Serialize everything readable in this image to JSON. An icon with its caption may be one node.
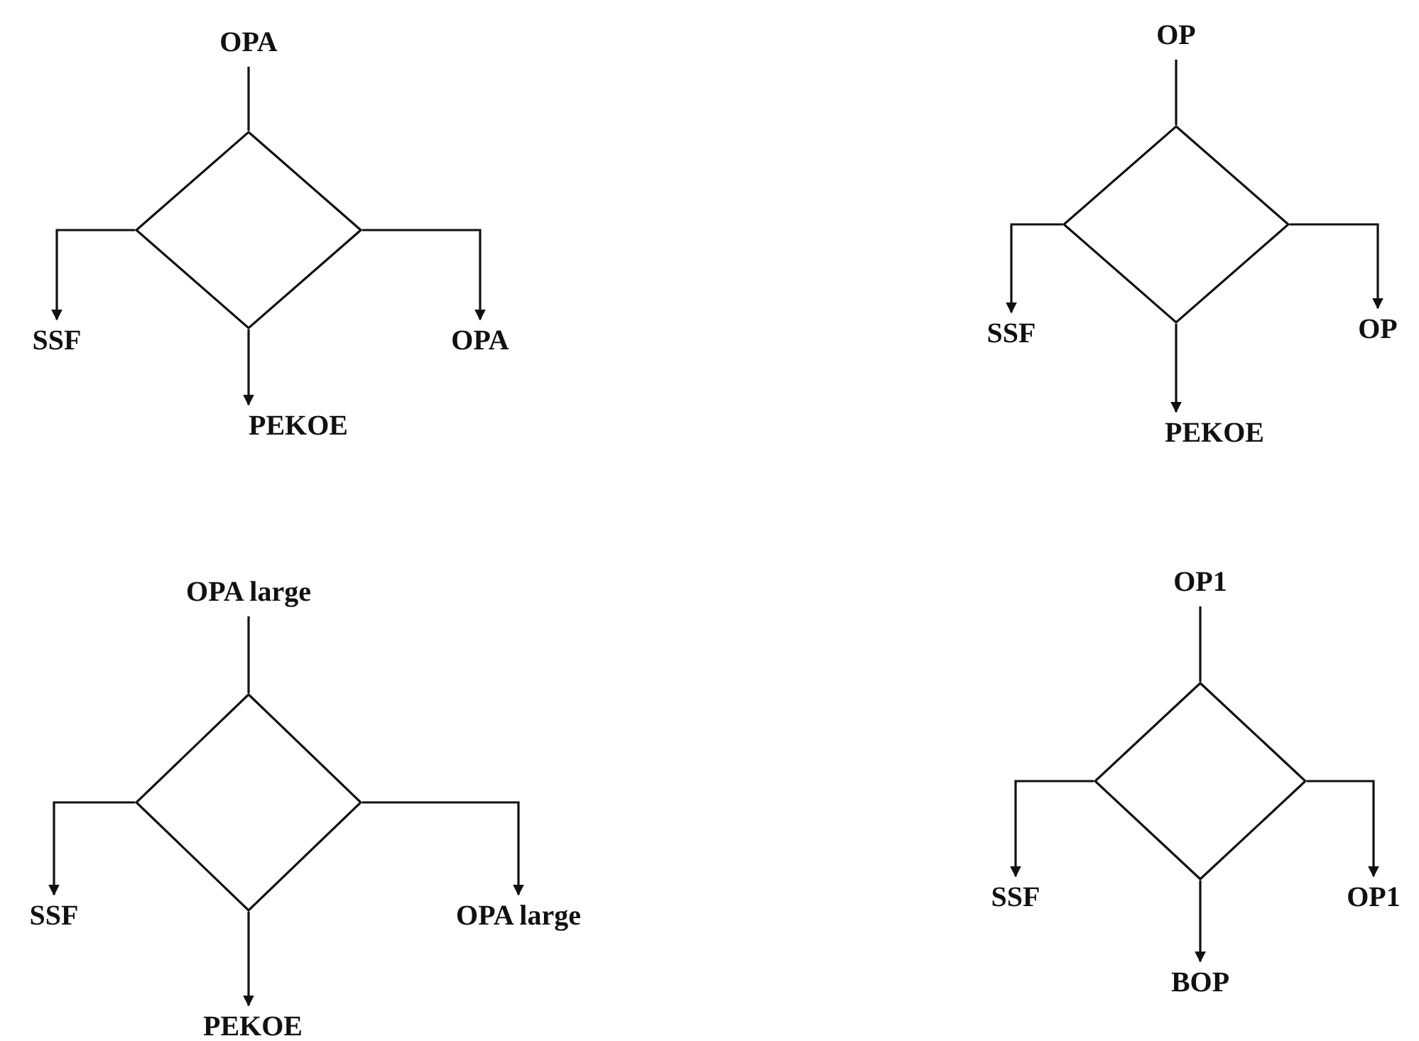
{
  "diagram": {
    "nodes": [
      {
        "text": [
          "OPA"
        ]
      },
      {
        "text": [],
        "shape": "diamond"
      },
      {
        "text": [
          "SSF"
        ]
      },
      {
        "text": [
          "PEKOE"
        ]
      },
      {
        "text": [
          "OPA"
        ]
      },
      {
        "text": [
          "OP"
        ]
      },
      {
        "text": [],
        "shape": "diamond"
      },
      {
        "text": [
          "SSF"
        ]
      },
      {
        "text": [
          "PEKOE"
        ]
      },
      {
        "text": [
          "OP"
        ]
      },
      {
        "text": [
          "OPA large"
        ]
      },
      {
        "text": [],
        "shape": "diamond"
      },
      {
        "text": [
          "SSF"
        ]
      },
      {
        "text": [
          "PEKOE"
        ]
      },
      {
        "text": [
          "OPA large"
        ]
      },
      {
        "text": [
          "OP1"
        ]
      },
      {
        "text": [],
        "shape": "diamond"
      },
      {
        "text": [
          "SSF"
        ]
      },
      {
        "text": [
          "BOP"
        ]
      },
      {
        "text": [
          "OP1"
        ]
      }
    ],
    "edges": [
      {
        "from": 0,
        "to": 1,
        "arrow": "none"
      },
      {
        "from": 1,
        "to": 2,
        "arrow": "to"
      },
      {
        "from": 1,
        "to": 3,
        "arrow": "to"
      },
      {
        "from": 1,
        "to": 4,
        "arrow": "to"
      },
      {
        "from": 5,
        "to": 6,
        "arrow": "none"
      },
      {
        "from": 6,
        "to": 7,
        "arrow": "to"
      },
      {
        "from": 6,
        "to": 8,
        "arrow": "to"
      },
      {
        "from": 6,
        "to": 9,
        "arrow": "to"
      },
      {
        "from": 10,
        "to": 11,
        "arrow": "none"
      },
      {
        "from": 11,
        "to": 12,
        "arrow": "to"
      },
      {
        "from": 11,
        "to": 13,
        "arrow": "to"
      },
      {
        "from": 11,
        "to": 14,
        "arrow": "to"
      },
      {
        "from": 15,
        "to": 16,
        "arrow": "none"
      },
      {
        "from": 16,
        "to": 17,
        "arrow": "to"
      },
      {
        "from": 16,
        "to": 18,
        "arrow": "to"
      },
      {
        "from": 16,
        "to": 19,
        "arrow": "to"
      }
    ]
  }
}
